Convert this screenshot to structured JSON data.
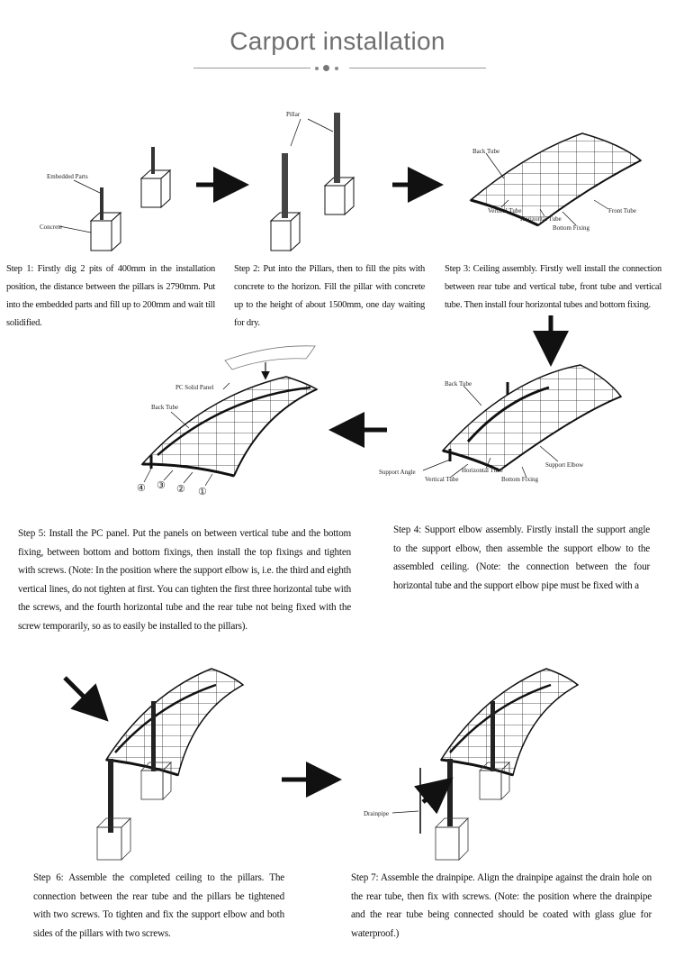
{
  "header": {
    "title": "Carport installation"
  },
  "labels": {
    "embedded_parts": "Embedded Parts",
    "concrete": "Concrete",
    "pillar": "Pillar",
    "back_tube": "Back Tube",
    "vertical_tube": "Vertical Tube",
    "horizontal_tube": "Horizontal Tube",
    "bottom_fixing": "Bottom Fixing",
    "front_tube": "Front Tube",
    "pc_solid_panel": "PC Solid Panel",
    "support_angle": "Support Angle",
    "support_elbow": "Support Elbow",
    "drainpipe": "Drainpipe",
    "n4": "④",
    "n3": "③",
    "n2": "②",
    "n1": "①"
  },
  "steps": {
    "step1": "Step 1: Firstly dig 2 pits of 400mm in the installation position, the distance between the pillars is 2790mm. Put into the embedded parts and fill up to 200mm and wait till solidified.",
    "step2": "Step 2: Put into the Pillars, then to fill the pits with concrete to the horizon. Fill the pillar with concrete up to the height of about 1500mm, one day waiting for dry.",
    "step3": "Step 3: Ceiling assembly. Firstly well install the connection between rear tube and vertical tube, front tube and vertical tube. Then install four horizontal tubes and bottom fixing.",
    "step4": "Step 4: Support elbow assembly. Firstly install the support angle to the support elbow, then assemble the support elbow to the assembled ceiling. (Note: the connection between the four horizontal tube and the support elbow pipe must be fixed with a",
    "step5": "Step 5: Install the PC panel. Put the panels on between vertical tube and the bottom fixing, between bottom and bottom fixings, then install the top fixings and tighten with screws. (Note: In the position where the support elbow is, i.e. the third and eighth vertical lines, do not tighten at first. You can tighten the first three horizontal tube with the screws, and the fourth horizontal tube and the rear tube not being fixed with the screw temporarily, so as to easily be installed to the pillars).",
    "step6": "Step 6: Assemble the completed ceiling to the pillars. The connection between the rear tube and the pillars be tightened with two screws. To tighten and fix the support elbow and both sides of the pillars with two screws.",
    "step7": "Step 7: Assemble the drainpipe. Align the drainpipe against the drain hole on the rear tube, then fix with screws. (Note: the position where the drainpipe and the rear tube being connected should be coated with glass glue for waterproof.)"
  }
}
